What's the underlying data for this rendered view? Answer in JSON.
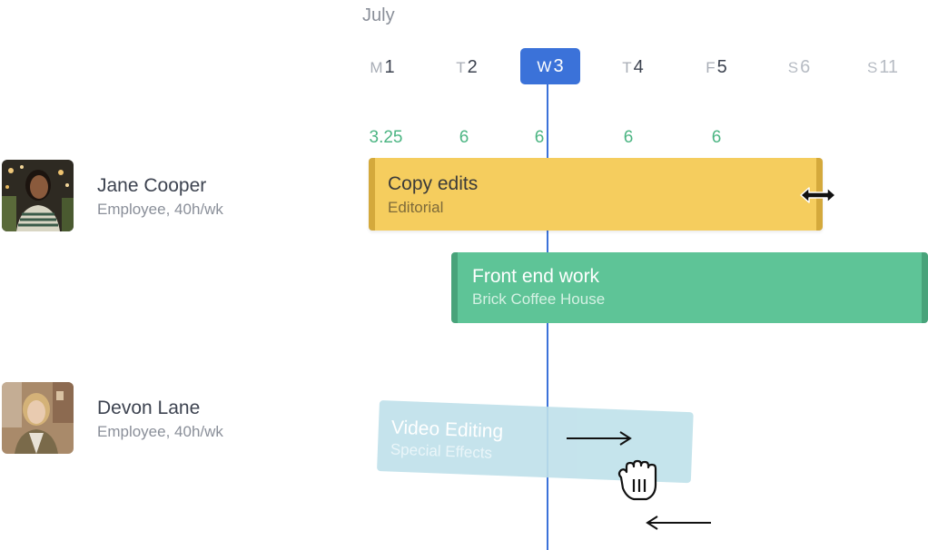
{
  "calendar": {
    "month": "July",
    "days": [
      {
        "letter": "M",
        "num": "1",
        "state": "normal"
      },
      {
        "letter": "T",
        "num": "2",
        "state": "normal"
      },
      {
        "letter": "W",
        "num": "3",
        "state": "today"
      },
      {
        "letter": "T",
        "num": "4",
        "state": "normal"
      },
      {
        "letter": "F",
        "num": "5",
        "state": "normal"
      },
      {
        "letter": "S",
        "num": "6",
        "state": "weekend"
      },
      {
        "letter": "S",
        "num": "11",
        "state": "weekend"
      }
    ],
    "hours": [
      "3.25",
      "6",
      "6",
      "6",
      "6"
    ]
  },
  "people": [
    {
      "name": "Jane Cooper",
      "role": "Employee, 40h/wk"
    },
    {
      "name": "Devon Lane",
      "role": "Employee, 40h/wk"
    }
  ],
  "tasks": {
    "copy": {
      "title": "Copy edits",
      "subtitle": "Editorial",
      "color": "#f5cd5e"
    },
    "front": {
      "title": "Front end work",
      "subtitle": "Brick Coffee House",
      "color": "#5ec497"
    },
    "video": {
      "title": "Video Editing",
      "subtitle": "Special Effects",
      "color": "#bfe1ea"
    }
  },
  "icons": {
    "resize": "resize-horizontal-icon",
    "drag": "grab-hand-icon",
    "arrow_right": "arrow-right-icon",
    "arrow_left": "arrow-left-icon"
  },
  "colors": {
    "today": "#3b72d9",
    "hours": "#4cb583"
  }
}
